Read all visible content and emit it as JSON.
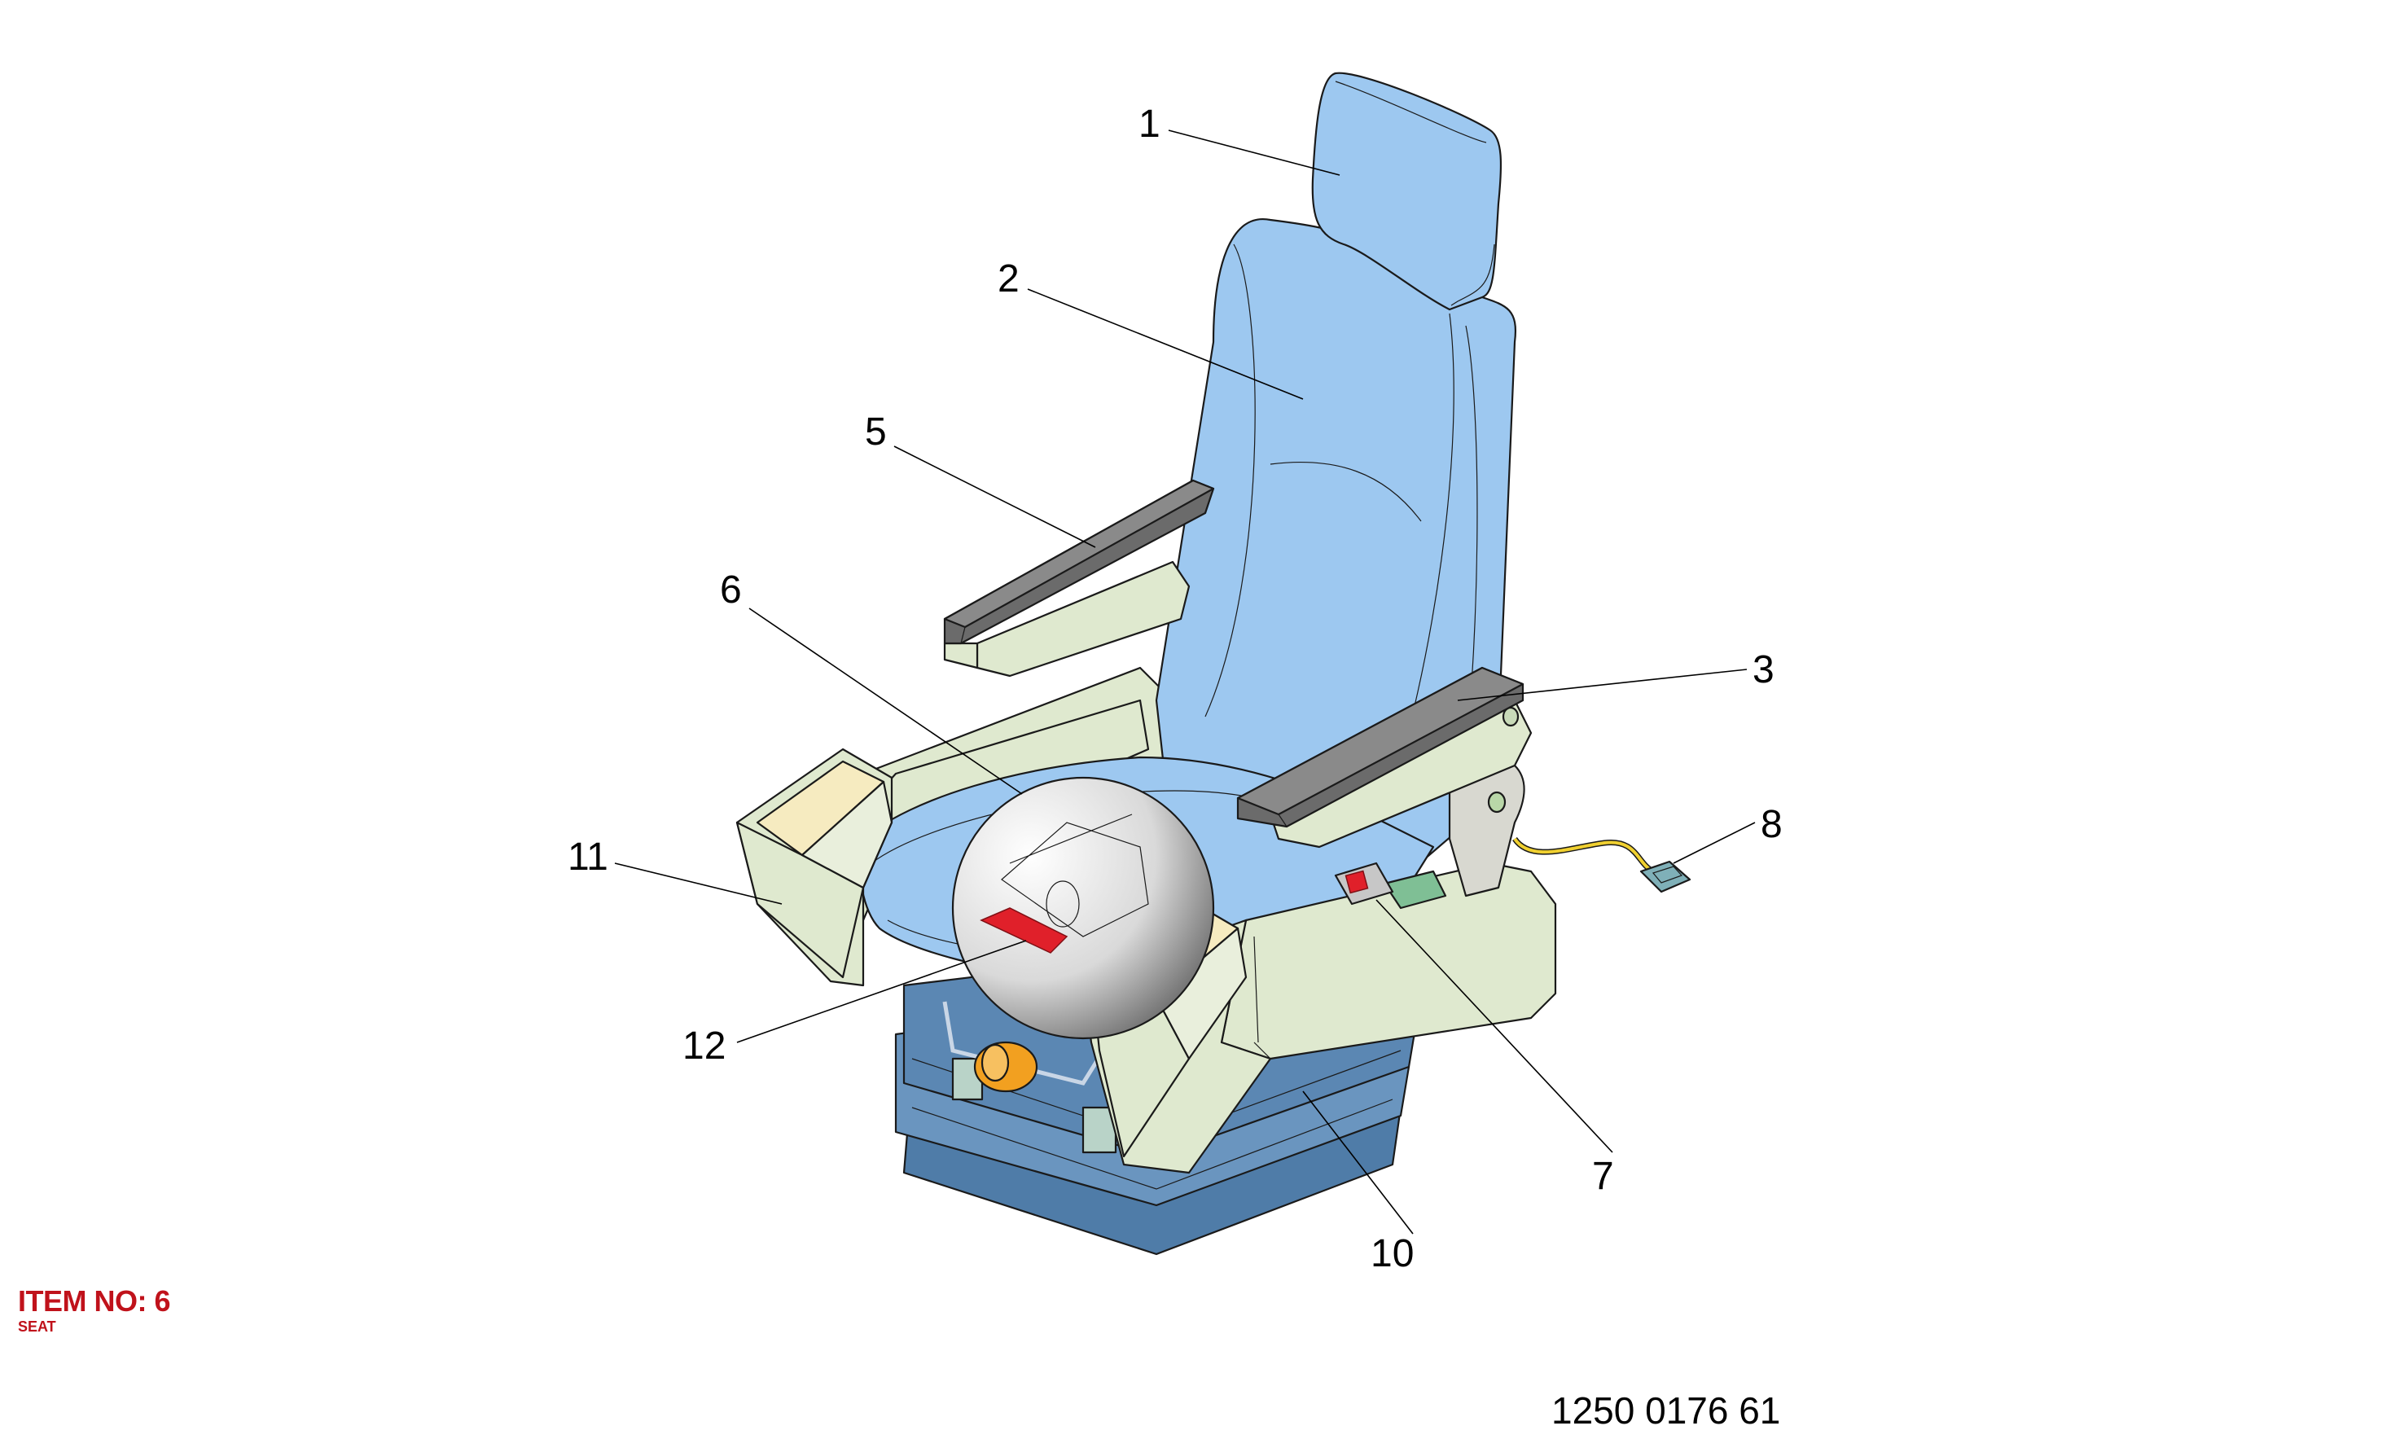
{
  "item": {
    "title": "ITEM NO: 6",
    "subtitle": "SEAT"
  },
  "drawing_number": "1250 0176 61",
  "callouts": [
    {
      "id": "1",
      "label": "1"
    },
    {
      "id": "2",
      "label": "2"
    },
    {
      "id": "3",
      "label": "3"
    },
    {
      "id": "5",
      "label": "5"
    },
    {
      "id": "6",
      "label": "6"
    },
    {
      "id": "7",
      "label": "7"
    },
    {
      "id": "8",
      "label": "8"
    },
    {
      "id": "10",
      "label": "10"
    },
    {
      "id": "11",
      "label": "11"
    },
    {
      "id": "12",
      "label": "12"
    }
  ],
  "colors": {
    "upholstery": "#9dc8f0",
    "frame": "#dfe9cf",
    "armrest_pad": "#6b6b6b",
    "base": "#5b87b3",
    "buckle_red": "#e0202a",
    "buckle_green": "#7fbf95",
    "cable_yellow": "#f0d030",
    "knob_orange": "#f2a020",
    "label_red": "#c0121b"
  }
}
